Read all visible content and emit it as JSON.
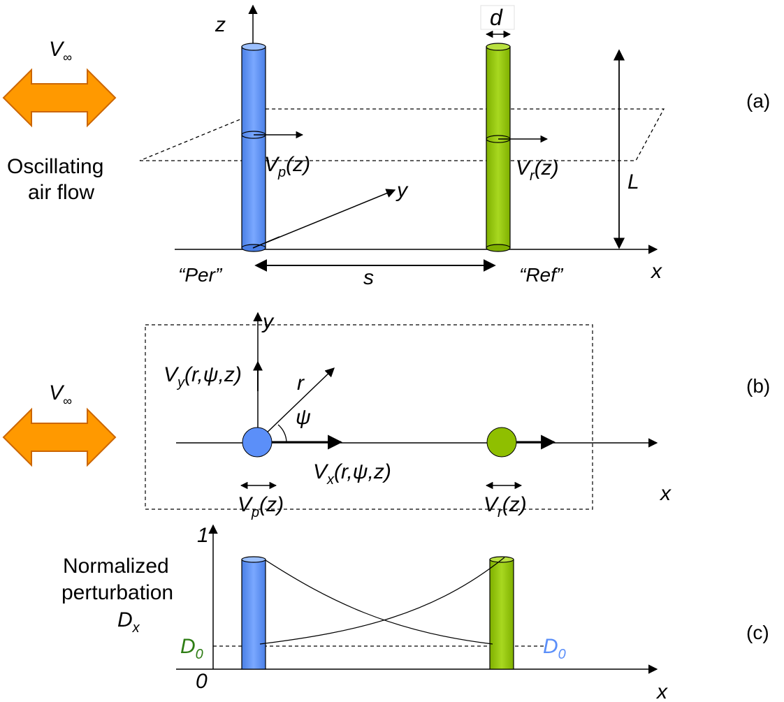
{
  "colors": {
    "perturber": "#5b8ff9",
    "reference": "#8fbf00",
    "arrow": "#ff9900",
    "arrow_stroke": "#cc6600",
    "d0_left": "#2e7d14",
    "d0_right": "#5b8ff9"
  },
  "panel_a": {
    "label": "(a)",
    "v_inf": "V",
    "v_inf_sub": "∞",
    "flow_line1": "Oscillating",
    "flow_line2": "air flow",
    "axis_z": "z",
    "axis_y": "y",
    "axis_x": "x",
    "d_label": "d",
    "vp": "V",
    "vp_sub": "p",
    "vp_arg": "(z)",
    "vr": "V",
    "vr_sub": "r",
    "vr_arg": "(z)",
    "L_label": "L",
    "per_label": "“Per”",
    "ref_label": "“Ref”",
    "s_label": "s"
  },
  "panel_b": {
    "label": "(b)",
    "v_inf": "V",
    "v_inf_sub": "∞",
    "axis_y": "y",
    "axis_x": "x",
    "vy": "V",
    "vy_sub": "y",
    "vy_arg": "(r,ψ,z)",
    "r_label": "r",
    "psi_label": "ψ",
    "vx": "V",
    "vx_sub": "x",
    "vx_arg": "(r,ψ,z)",
    "vp": "V",
    "vp_sub": "p",
    "vp_arg": "(z)",
    "vr": "V",
    "vr_sub": "r",
    "vr_arg": "(z)"
  },
  "panel_c": {
    "label": "(c)",
    "y_top": "1",
    "y_zero": "0",
    "axis_x": "x",
    "title_line1": "Normalized",
    "title_line2": "perturbation",
    "dx": "D",
    "dx_sub": "x",
    "d0_left": "D",
    "d0_left_sub": "0",
    "d0_right": "D",
    "d0_right_sub": "0"
  }
}
